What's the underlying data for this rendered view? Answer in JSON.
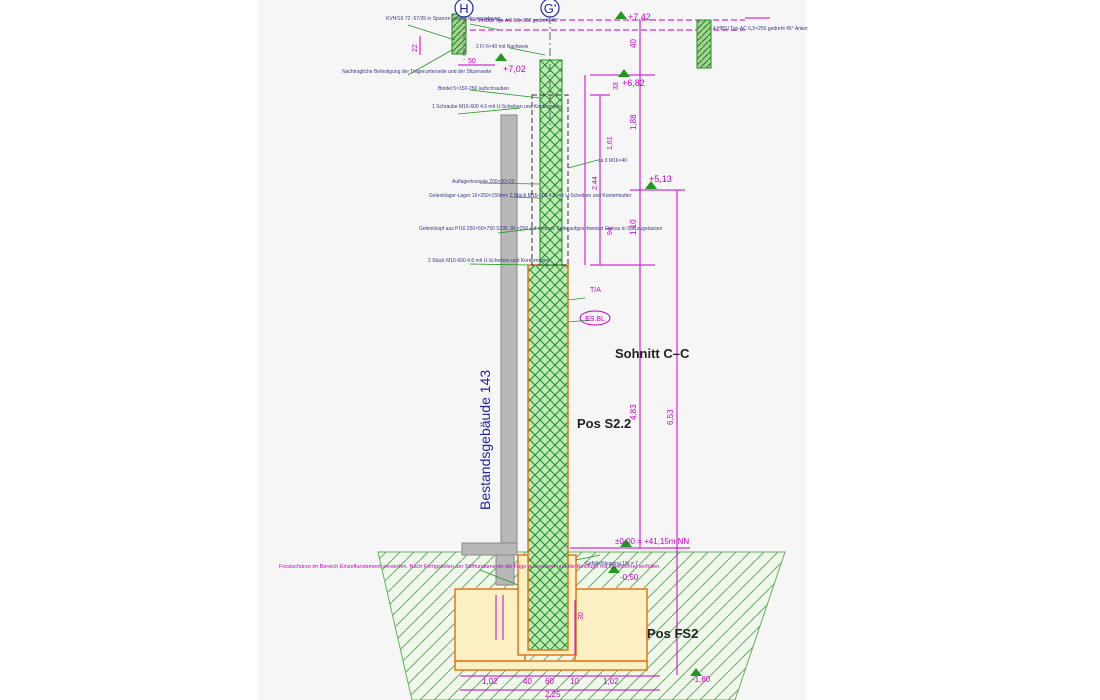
{
  "drawing": {
    "title": "Sohnitt C–C",
    "axis_h": "H",
    "axis_g": "G'",
    "building_label": "Bestandsgebäude 143",
    "pos_column": "Pos S2.2",
    "pos_foundation": "Pos FS2",
    "tag_esbl": "ES.BL",
    "tag_t": "T/A"
  },
  "elevations": {
    "top_beam": "+7,42",
    "beam_left": "+7,02",
    "beam_right": "+6,82",
    "mid": "+5,13",
    "zero": "±0,00 = +41,15m NN",
    "minus050": "-0,50",
    "bottom": "-1,60"
  },
  "dimensions": {
    "d40": "40",
    "d33": "33",
    "d188": "1,88",
    "d110": "1,10",
    "d483": "4,83",
    "d653": "6,53",
    "d161": "1,61",
    "d244": "2,44",
    "d94": "94",
    "d30": "30",
    "d22": "22",
    "d50": "50",
    "base_total": "2,25",
    "base_left": "1,02",
    "base_right": "1,02",
    "base_mid1": "40",
    "base_mid2": "60",
    "base_mid3": "10"
  },
  "notes": {
    "n1": "KVH/16·72 ·57/35 in Sparren untere Neuanordnung",
    "n2": "2 HBSI Typ-AC 6,5×250 gedreht 45°",
    "n3": "2 FI 6×40 mit Nachweis",
    "n4": "Nachträgliche Befestigung der Trägerunterseite und der Sttzenseite",
    "n5": "Bindel 5×150-250 aufschrauben",
    "n6": "1 Schraube M16-600 4.6 mit U-Scheiben und Kontermutter",
    "n7": "ca 3 M16×40",
    "n8": "Auflagerkonsole 200×30×20",
    "n9": "Gelenklager-Lager 16×250×150mm 2 Stück M16-600 4.6 mit U-Scheiben und Kontermutter",
    "n10": "Gelenkkopf aus PI16 250×50×750 S235 JR ×250 auf anderer Seite aufgeschweisst Einbau in Stift zugelassen",
    "n11": "2 Stück M16-600 4.6 mit U-Scheiben und Kontermutter",
    "n12": "4 HBSI Typ-AC 6,5×250 gedreht 45° Anker",
    "n13": "Frostschürze im Bereich Einzelfundament verwerfen. Nach Fertigstellen der Stiftfundamente die Fuge ausmauern und die Restfuge mit Quellmörtel verfüllen.",
    "n14": "Gefälle/Neigung 1% = 7",
    "colors": {
      "magenta": "#c800c8",
      "green": "#1f9a1f",
      "orange": "#e07818",
      "blue": "#2222aa",
      "grey": "#a8a8a8"
    }
  }
}
